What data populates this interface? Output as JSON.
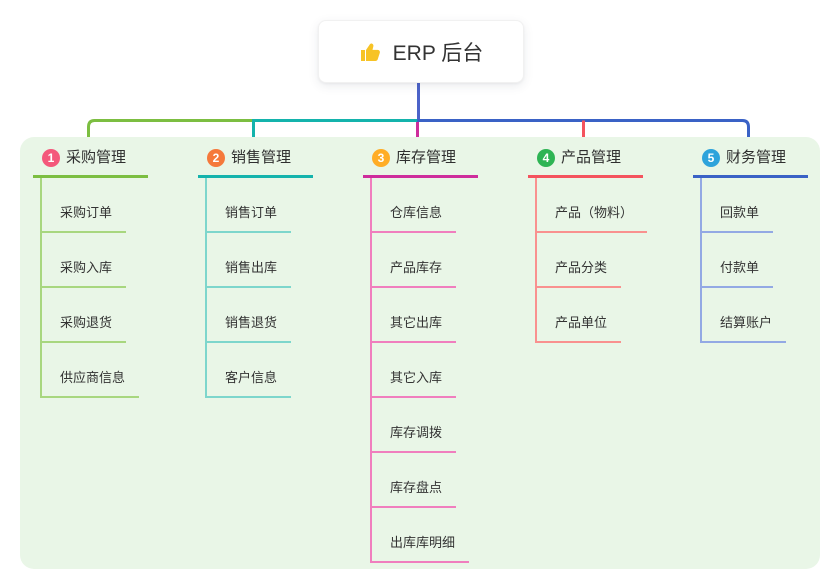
{
  "root": {
    "label": "ERP 后台",
    "icon": "thumbs-up-icon",
    "icon_color": "#F7C325"
  },
  "colors": {
    "root_line": "#4C63C9",
    "panel_bg": "#E9F6E7",
    "text": "#333333"
  },
  "branches": [
    {
      "index": "1",
      "title": "采购管理",
      "badge_color": "#F4587B",
      "line_color": "#7CBE41",
      "child_line_color": "#A8D77F",
      "children": [
        "采购订单",
        "采购入库",
        "采购退货",
        "供应商信息"
      ]
    },
    {
      "index": "2",
      "title": "销售管理",
      "badge_color": "#F5793B",
      "line_color": "#14B3AC",
      "child_line_color": "#7DD6CC",
      "children": [
        "销售订单",
        "销售出库",
        "销售退货",
        "客户信息"
      ]
    },
    {
      "index": "3",
      "title": "库存管理",
      "badge_color": "#FFAD26",
      "line_color": "#CE2D9C",
      "child_line_color": "#F07EBE",
      "children": [
        "仓库信息",
        "产品库存",
        "其它出库",
        "其它入库",
        "库存调拨",
        "库存盘点",
        "出库库明细"
      ]
    },
    {
      "index": "4",
      "title": "产品管理",
      "badge_color": "#2EB454",
      "line_color": "#F4535E",
      "child_line_color": "#F9918F",
      "children": [
        "产品（物料）",
        "产品分类",
        "产品单位"
      ]
    },
    {
      "index": "5",
      "title": "财务管理",
      "badge_color": "#2EA3DB",
      "line_color": "#3A62C6",
      "child_line_color": "#93A9E4",
      "children": [
        "回款单",
        "付款单",
        "结算账户"
      ]
    }
  ]
}
